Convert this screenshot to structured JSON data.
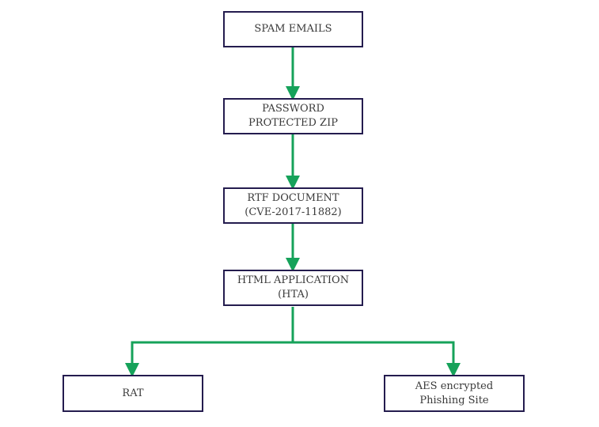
{
  "diagram": {
    "colors": {
      "border": "#241c4e",
      "arrow": "#16a25a",
      "text": "#3a3a3a"
    },
    "nodes": [
      {
        "id": "spam-emails",
        "lines": [
          "SPAM EMAILS"
        ]
      },
      {
        "id": "password-protected-zip",
        "lines": [
          "PASSWORD",
          "PROTECTED ZIP"
        ]
      },
      {
        "id": "rtf-document",
        "lines": [
          "RTF DOCUMENT",
          "(CVE-2017-11882)"
        ]
      },
      {
        "id": "html-application",
        "lines": [
          "HTML APPLICATION",
          "(HTA)"
        ]
      },
      {
        "id": "rat",
        "lines": [
          "RAT"
        ]
      },
      {
        "id": "aes-phishing-site",
        "lines": [
          "AES encrypted",
          "Phishing Site"
        ]
      }
    ],
    "edges": [
      {
        "from": "spam-emails",
        "to": "password-protected-zip"
      },
      {
        "from": "password-protected-zip",
        "to": "rtf-document"
      },
      {
        "from": "rtf-document",
        "to": "html-application"
      },
      {
        "from": "html-application",
        "to": "rat"
      },
      {
        "from": "html-application",
        "to": "aes-phishing-site"
      }
    ]
  }
}
